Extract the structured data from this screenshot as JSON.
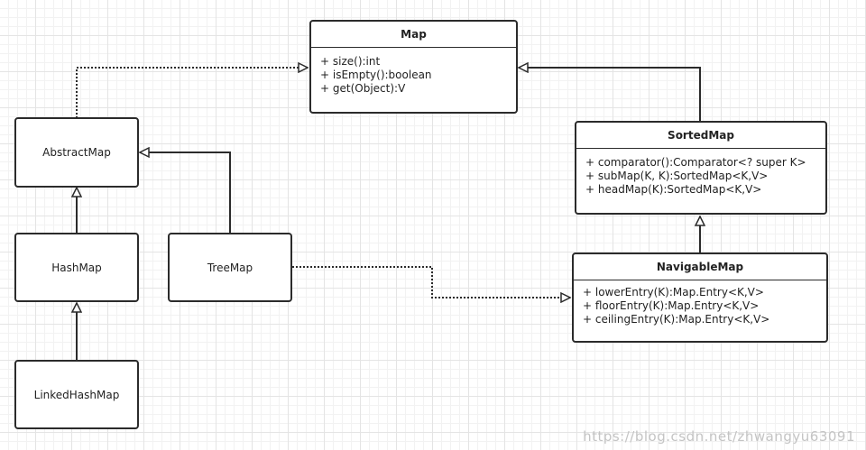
{
  "classes": {
    "map": {
      "name": "Map",
      "members": [
        "+ size():int",
        "+ isEmpty():boolean",
        "+ get(Object):V"
      ]
    },
    "sorted_map": {
      "name": "SortedMap",
      "members": [
        "+ comparator():Comparator<? super K>",
        "+ subMap(K, K):SortedMap<K,V>",
        "+ headMap(K):SortedMap<K,V>"
      ]
    },
    "navigable_map": {
      "name": "NavigableMap",
      "members": [
        "+ lowerEntry(K):Map.Entry<K,V>",
        "+ floorEntry(K):Map.Entry<K,V>",
        "+ ceilingEntry(K):Map.Entry<K,V>"
      ]
    },
    "abstract_map": {
      "name": "AbstractMap"
    },
    "hash_map": {
      "name": "HashMap"
    },
    "tree_map": {
      "name": "TreeMap"
    },
    "linked_hash_map": {
      "name": "LinkedHashMap"
    }
  },
  "relations": [
    {
      "from": "AbstractMap",
      "to": "Map",
      "kind": "realization"
    },
    {
      "from": "SortedMap",
      "to": "Map",
      "kind": "generalization"
    },
    {
      "from": "NavigableMap",
      "to": "SortedMap",
      "kind": "generalization"
    },
    {
      "from": "HashMap",
      "to": "AbstractMap",
      "kind": "generalization"
    },
    {
      "from": "LinkedHashMap",
      "to": "HashMap",
      "kind": "generalization"
    },
    {
      "from": "TreeMap",
      "to": "AbstractMap",
      "kind": "generalization"
    },
    {
      "from": "TreeMap",
      "to": "NavigableMap",
      "kind": "realization"
    }
  ],
  "watermark": "https://blog.csdn.net/zhwangyu63091"
}
